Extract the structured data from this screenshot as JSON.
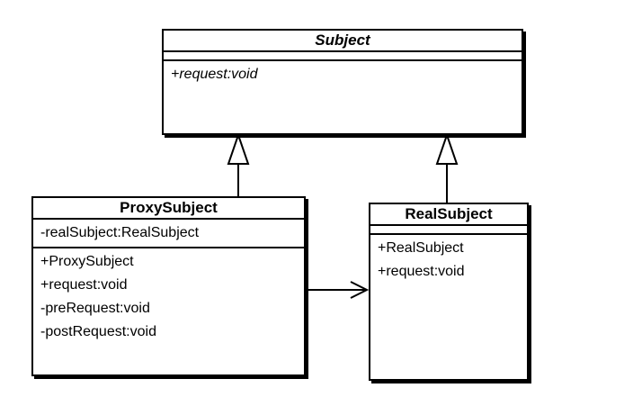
{
  "classes": {
    "subject": {
      "name": "Subject",
      "attributes": [],
      "operations": [
        "+request:void"
      ]
    },
    "proxy_subject": {
      "name": "ProxySubject",
      "attributes": [
        "-realSubject:RealSubject"
      ],
      "operations": [
        "+ProxySubject",
        "+request:void",
        "-preRequest:void",
        "-postRequest:void"
      ]
    },
    "real_subject": {
      "name": "RealSubject",
      "attributes": [],
      "operations": [
        "+RealSubject",
        "+request:void"
      ]
    }
  },
  "relationships": [
    {
      "type": "generalization",
      "from": "ProxySubject",
      "to": "Subject"
    },
    {
      "type": "generalization",
      "from": "RealSubject",
      "to": "Subject"
    },
    {
      "type": "association",
      "from": "ProxySubject",
      "to": "RealSubject",
      "navigable": "to"
    }
  ]
}
